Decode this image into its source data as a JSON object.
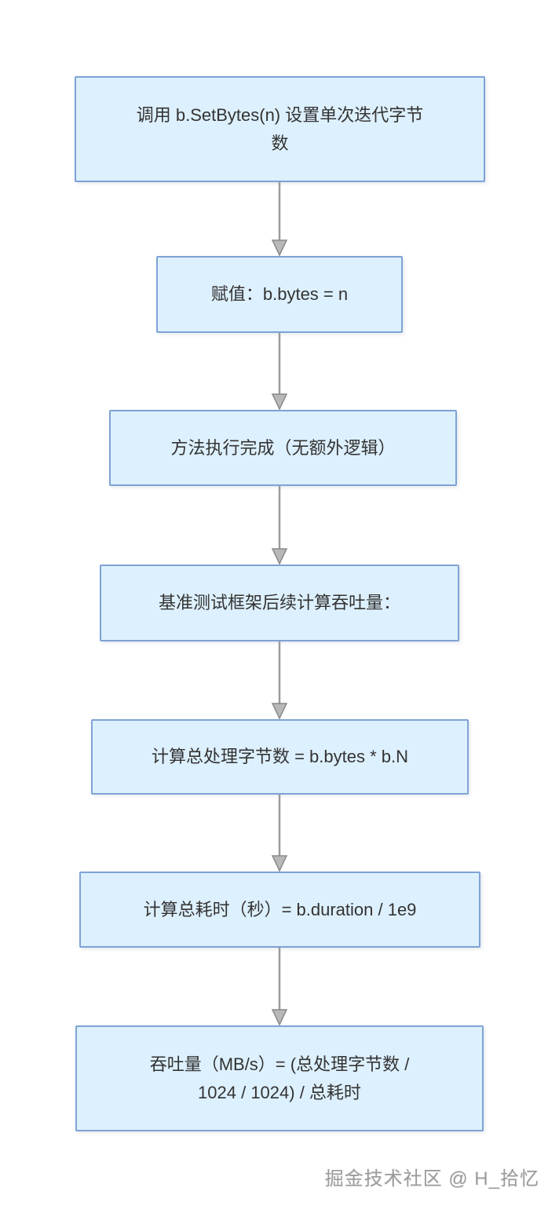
{
  "diagram": {
    "type": "flowchart",
    "direction": "top-down",
    "topic": "Go benchmark b.SetBytes throughput calculation flow",
    "nodes": [
      {
        "id": "n1",
        "label": "调用 b.SetBytes(n) 设置单次迭代字节\n数"
      },
      {
        "id": "n2",
        "label": "赋值：b.bytes = n"
      },
      {
        "id": "n3",
        "label": "方法执行完成（无额外逻辑）"
      },
      {
        "id": "n4",
        "label": "基准测试框架后续计算吞吐量："
      },
      {
        "id": "n5",
        "label": "计算总处理字节数 = b.bytes * b.N"
      },
      {
        "id": "n6",
        "label": "计算总耗时（秒）= b.duration / 1e9"
      },
      {
        "id": "n7",
        "label": "吞吐量（MB/s）= (总处理字节数 /\n1024 / 1024) / 总耗时"
      }
    ],
    "edges": [
      {
        "from": "n1",
        "to": "n2"
      },
      {
        "from": "n2",
        "to": "n3"
      },
      {
        "from": "n3",
        "to": "n4"
      },
      {
        "from": "n4",
        "to": "n5"
      },
      {
        "from": "n5",
        "to": "n6"
      },
      {
        "from": "n6",
        "to": "n7"
      }
    ],
    "colors": {
      "background": "#ffffff",
      "node_fill": "#ddf0fd",
      "node_border": "#7ea3d5",
      "node_text": "#333333",
      "arrow_line": "#9b9b9b",
      "arrowhead_fill": "#b8b8b8",
      "arrowhead_stroke": "#8a8a8a",
      "watermark_text": "#9b9b9b"
    }
  },
  "watermark": {
    "text": "掘金技术社区 @ H_拾忆"
  }
}
